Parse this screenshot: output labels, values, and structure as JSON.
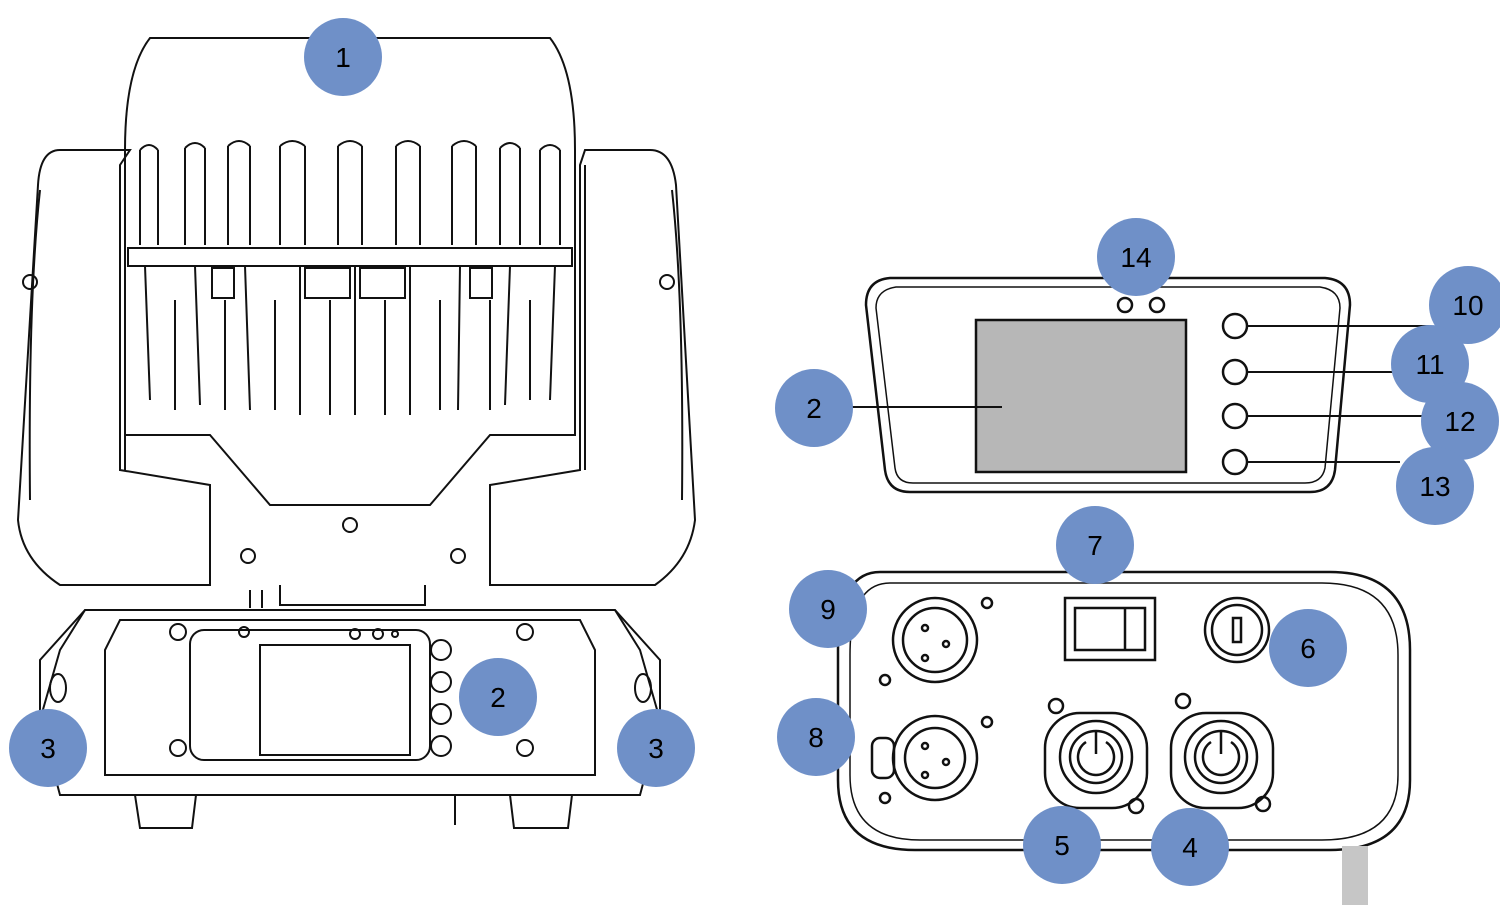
{
  "colors": {
    "callout_fill": "#6f90c8",
    "line": "#111111",
    "lcd_fill": "#b7b7b7",
    "scroll_marker": "#c6c6c6"
  },
  "callouts": [
    {
      "id": "c1",
      "label": "1"
    },
    {
      "id": "c2a",
      "label": "2"
    },
    {
      "id": "c3a",
      "label": "3"
    },
    {
      "id": "c3b",
      "label": "3"
    },
    {
      "id": "c14",
      "label": "14"
    },
    {
      "id": "c10",
      "label": "10"
    },
    {
      "id": "c11",
      "label": "11"
    },
    {
      "id": "c2b",
      "label": "2"
    },
    {
      "id": "c12",
      "label": "12"
    },
    {
      "id": "c13",
      "label": "13"
    },
    {
      "id": "c7",
      "label": "7"
    },
    {
      "id": "c9",
      "label": "9"
    },
    {
      "id": "c6",
      "label": "6"
    },
    {
      "id": "c8",
      "label": "8"
    },
    {
      "id": "c5",
      "label": "5"
    },
    {
      "id": "c4",
      "label": "4"
    }
  ]
}
